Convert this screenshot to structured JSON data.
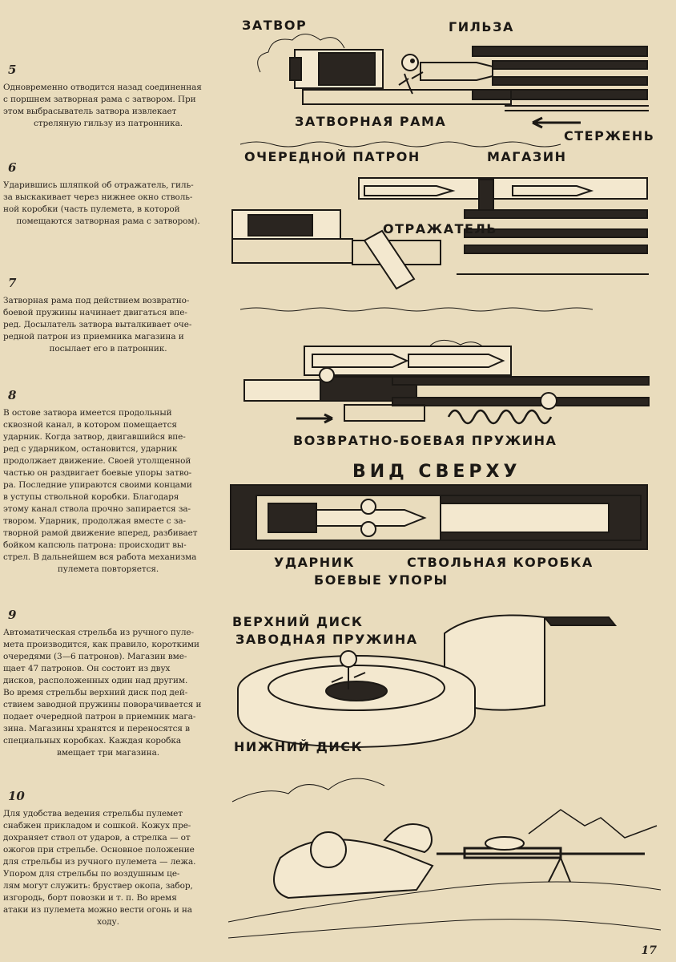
{
  "steps": [
    {
      "number": "5",
      "lines": [
        "Одновременно отводится назад соединенная",
        "с поршнем затворная рама с затвором. При",
        "этом выбрасыватель затвора извлекает",
        "стреляную гильзу из патронника."
      ]
    },
    {
      "number": "6",
      "lines": [
        "Ударившись шляпкой об отражатель, гиль-",
        "за выскакивает через нижнее окно стволь-",
        "ной коробки (часть пулемета, в которой",
        "помещаются затворная рама с затвором)."
      ]
    },
    {
      "number": "7",
      "lines": [
        "Затворная рама под действием возвратно-",
        "боевой пружины начинает двигаться впе-",
        "ред. Досылатель затвора выталкивает оче-",
        "редной патрон из приемника магазина и",
        "посылает его в патронник."
      ]
    },
    {
      "number": "8",
      "lines": [
        "В остове затвора имеется продольный",
        "сквозной канал, в котором помещается",
        "ударник. Когда затвор, двигавшийся впе-",
        "ред с ударником, остановится, ударник",
        "продолжает движение. Своей утолщенной",
        "частью он раздвигает боевые упоры затво-",
        "ра. Последние упираются своими концами",
        "в уступы ствольной коробки. Благодаря",
        "этому канал ствола прочно запирается за-",
        "твором. Ударник, продолжая вместе с за-",
        "творной рамой движение вперед, разбивает",
        "бойком капсюль патрона: происходит вы-",
        "стрел. В дальнейшем вся работа механизма",
        "пулемета повторяется."
      ]
    },
    {
      "number": "9",
      "lines": [
        "Автоматическая стрельба из ручного пуле-",
        "мета производится, как правило, короткими",
        "очередями (3—6 патронов). Магазин вме-",
        "щает 47 патронов. Он состоит из двух",
        "дисков, расположенных один над другим.",
        "Во время стрельбы верхний диск под дей-",
        "ствием заводной пружины поворачивается и",
        "подает очередной патрон в приемник мага-",
        "зина. Магазины хранятся и переносятся в",
        "специальных коробках. Каждая коробка",
        "вмещает три магазина."
      ]
    },
    {
      "number": "10",
      "lines": [
        "Для удобства ведения стрельбы пулемет",
        "снабжен прикладом и сошкой. Кожух пре-",
        "дохраняет ствол от ударов, а стрелка — от",
        "ожогов при стрельбе. Основное положение",
        "для стрельбы из ручного пулемета — лежа.",
        "Упором для стрельбы по воздушным це-",
        "лям могут служить: бруствер окопа, забор,",
        "изгородь, борт повозки и т. п. Во время",
        "атаки из пулемета можно вести огонь и на",
        "ходу."
      ]
    }
  ],
  "labels": {
    "zatvor": "ЗАТВОР",
    "gilza": "ГИЛЬЗА",
    "zatvornaya_rama": "ЗАТВОРНАЯ РАМА",
    "sterzhen": "СТЕРЖЕНЬ",
    "ocherednoy_patron": "ОЧЕРЕДНОЙ ПАТРОН",
    "magazin": "МАГАЗИН",
    "otrazhatel": "ОТРАЖАТЕЛЬ",
    "pruzhina": "ВОЗВРАТНО-БОЕВАЯ ПРУЖИНА",
    "vid_sverhu": "ВИД СВЕРХУ",
    "udarnik": "УДАРНИК",
    "stvolnaya_korobka": "СТВОЛЬНАЯ КОРОБКА",
    "boevye_upory": "БОЕВЫЕ УПОРЫ",
    "verhniy_disk": "ВЕРХНИЙ ДИСК",
    "zavodnaya_pruzhina": "ЗАВОДНАЯ ПРУЖИНА",
    "nizhniy_disk": "НИЖНИЙ ДИСК"
  },
  "page_number": "17",
  "colors": {
    "paper": "#e9dcbd",
    "ink": "#1c1915"
  }
}
